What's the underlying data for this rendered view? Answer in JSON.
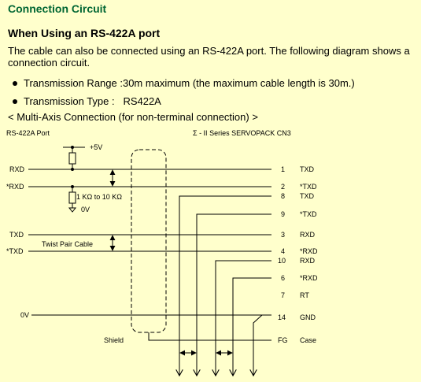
{
  "section_title": "Connection Circuit",
  "subsection_title": "When Using an RS-422A port",
  "description": "The cable can also be connected using an RS-422A port. The following diagram shows a connection circuit.",
  "bullets": [
    {
      "label": "Transmission Range",
      "sep": " :",
      "value": "30m maximum (the maximum cable length is 30m.)"
    },
    {
      "label": "Transmission Type",
      "sep": " :   ",
      "value": "RS422A"
    }
  ],
  "caption": "< Multi-Axis Connection (for non-terminal connection) >",
  "diagram": {
    "left_header": "RS-422A Port",
    "right_header": "Σ - II Series SERVOPACK CN3",
    "supply_label": "+5V",
    "resistor_label": "1 KΩ to 10 KΩ",
    "ground_label": "0V",
    "twist_label": "Twist Pair Cable",
    "shield_label": "Shield",
    "left_signals": [
      "RXD",
      "*RXD",
      "TXD",
      "*TXD",
      "0V"
    ],
    "right_pins": [
      {
        "num": "1",
        "sig": "TXD"
      },
      {
        "num": "2",
        "sig": "*TXD"
      },
      {
        "num": "8",
        "sig": "TXD"
      },
      {
        "num": "9",
        "sig": "*TXD"
      },
      {
        "num": "3",
        "sig": "RXD"
      },
      {
        "num": "4",
        "sig": "*RXD"
      },
      {
        "num": "10",
        "sig": "RXD"
      },
      {
        "num": "6",
        "sig": "*RXD"
      },
      {
        "num": "7",
        "sig": "RT"
      },
      {
        "num": "14",
        "sig": "GND"
      },
      {
        "num": "FG",
        "sig": "Case"
      }
    ]
  }
}
